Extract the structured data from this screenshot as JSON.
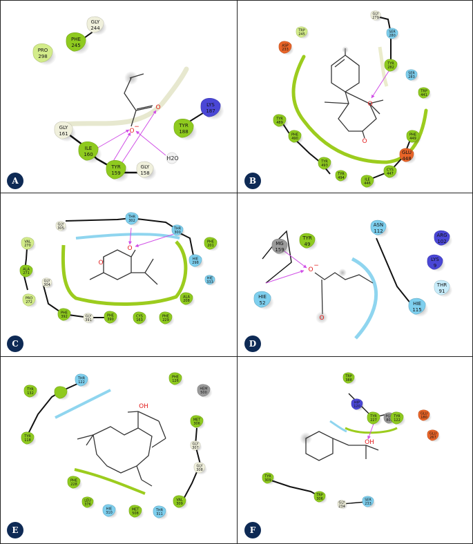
{
  "colors": {
    "hydrophobic": "#8fca1f",
    "hydrophobic_light": "#d3ec8a",
    "polar": "#7ecfee",
    "polar_light": "#c7ecfa",
    "glycine": "#f0f0dc",
    "positive": "#4a47d6",
    "negative": "#e86428",
    "metal": "#9a9a9a",
    "hbond": "#d04ee6",
    "badge": "#0e2a55"
  },
  "panels": [
    {
      "id": "A",
      "badge": "A",
      "residues": [
        {
          "name": "GLY",
          "num": "244",
          "kind": "glycine"
        },
        {
          "name": "PHE",
          "num": "245",
          "kind": "hydrophobic"
        },
        {
          "name": "PRO",
          "num": "298",
          "kind": "hydrophobic_light"
        },
        {
          "name": "LYS",
          "num": "187",
          "kind": "positive"
        },
        {
          "name": "TYR",
          "num": "188",
          "kind": "hydrophobic"
        },
        {
          "name": "GLY",
          "num": "161",
          "kind": "glycine"
        },
        {
          "name": "ILE",
          "num": "160",
          "kind": "hydrophobic"
        },
        {
          "name": "TYR",
          "num": "159",
          "kind": "hydrophobic"
        },
        {
          "name": "GLY",
          "num": "158",
          "kind": "glycine"
        }
      ],
      "atoms": [
        "O",
        "O",
        "−",
        "H2O"
      ]
    },
    {
      "id": "B",
      "badge": "B",
      "residues": [
        {
          "name": "GLY",
          "num": "279",
          "kind": "glycine"
        },
        {
          "name": "SER",
          "num": "280",
          "kind": "polar"
        },
        {
          "name": "TRP",
          "num": "245",
          "kind": "hydrophobic_light"
        },
        {
          "name": "ASP",
          "num": "233",
          "kind": "negative"
        },
        {
          "name": "TYR",
          "num": "282",
          "kind": "hydrophobic"
        },
        {
          "name": "SER",
          "num": "283",
          "kind": "polar"
        },
        {
          "name": "TRP",
          "num": "441",
          "kind": "hydrophobic"
        },
        {
          "name": "TYR",
          "num": "489",
          "kind": "hydrophobic"
        },
        {
          "name": "PHE",
          "num": "490",
          "kind": "hydrophobic"
        },
        {
          "name": "PHE",
          "num": "449",
          "kind": "hydrophobic"
        },
        {
          "name": "GLU",
          "num": "448",
          "kind": "negative"
        },
        {
          "name": "TYR",
          "num": "493",
          "kind": "hydrophobic"
        },
        {
          "name": "CYS",
          "num": "447",
          "kind": "hydrophobic"
        },
        {
          "name": "TYR",
          "num": "494",
          "kind": "hydrophobic"
        },
        {
          "name": "ILE",
          "num": "446",
          "kind": "hydrophobic"
        }
      ],
      "atoms": [
        "O",
        "O"
      ]
    },
    {
      "id": "C",
      "badge": "C",
      "residues": [
        {
          "name": "THR",
          "num": "302",
          "kind": "polar"
        },
        {
          "name": "GLY",
          "num": "305",
          "kind": "glycine"
        },
        {
          "name": "THR",
          "num": "300",
          "kind": "polar"
        },
        {
          "name": "VAL",
          "num": "270",
          "kind": "hydrophobic_light"
        },
        {
          "name": "PHE",
          "num": "201",
          "kind": "hydrophobic"
        },
        {
          "name": "HIE",
          "num": "298",
          "kind": "polar"
        },
        {
          "name": "ALA",
          "num": "271",
          "kind": "hydrophobic"
        },
        {
          "name": "HIE",
          "num": "333",
          "kind": "polar"
        },
        {
          "name": "GLY",
          "num": "304",
          "kind": "glycine"
        },
        {
          "name": "PRO",
          "num": "272",
          "kind": "hydrophobic_light"
        },
        {
          "name": "ALA",
          "num": "208",
          "kind": "hydrophobic"
        },
        {
          "name": "PHE",
          "num": "392",
          "kind": "hydrophobic"
        },
        {
          "name": "GLY",
          "num": "391",
          "kind": "glycine"
        },
        {
          "name": "PHE",
          "num": "390",
          "kind": "hydrophobic"
        },
        {
          "name": "CYS",
          "num": "163",
          "kind": "hydrophobic"
        },
        {
          "name": "PHE",
          "num": "229",
          "kind": "hydrophobic"
        }
      ],
      "atoms": [
        "O",
        "O"
      ]
    },
    {
      "id": "D",
      "badge": "D",
      "residues": [
        {
          "name": "MG",
          "num": "159",
          "kind": "metal"
        },
        {
          "name": "TYR",
          "num": "49",
          "kind": "hydrophobic"
        },
        {
          "name": "ASN",
          "num": "112",
          "kind": "polar"
        },
        {
          "name": "ARG",
          "num": "102",
          "kind": "positive"
        },
        {
          "name": "LYS",
          "num": "9",
          "kind": "positive"
        },
        {
          "name": "THR",
          "num": "91",
          "kind": "polar_light"
        },
        {
          "name": "HIE",
          "num": "52",
          "kind": "polar"
        },
        {
          "name": "HIE",
          "num": "115",
          "kind": "polar"
        }
      ],
      "atoms": [
        "O",
        "−",
        "O"
      ]
    },
    {
      "id": "E",
      "badge": "E",
      "residues": [
        {
          "name": "TYR",
          "num": "132",
          "kind": "hydrophobic"
        },
        {
          "name": "THR",
          "num": "122",
          "kind": "polar"
        },
        {
          "name": "",
          "num": "",
          "kind": "hydrophobic"
        },
        {
          "name": "PHE",
          "num": "126",
          "kind": "hydrophobic"
        },
        {
          "name": "HEM",
          "num": "500",
          "kind": "metal"
        },
        {
          "name": "TYR",
          "num": "118",
          "kind": "hydrophobic"
        },
        {
          "name": "MET",
          "num": "306",
          "kind": "hydrophobic"
        },
        {
          "name": "GLY",
          "num": "307",
          "kind": "glycine"
        },
        {
          "name": "GLY",
          "num": "308",
          "kind": "glycine"
        },
        {
          "name": "PHE",
          "num": "228",
          "kind": "hydrophobic"
        },
        {
          "name": "LEU",
          "num": "376",
          "kind": "hydrophobic"
        },
        {
          "name": "HIE",
          "num": "310",
          "kind": "polar"
        },
        {
          "name": "MET",
          "num": "508",
          "kind": "hydrophobic"
        },
        {
          "name": "VAL",
          "num": "309",
          "kind": "hydrophobic"
        },
        {
          "name": "THR",
          "num": "311",
          "kind": "polar"
        }
      ],
      "atoms": [
        "OH"
      ]
    },
    {
      "id": "F",
      "badge": "F",
      "residues": [
        {
          "name": "TRP",
          "num": "388",
          "kind": "hydrophobic"
        },
        {
          "name": "HIP",
          "num": "120",
          "kind": "positive"
        },
        {
          "name": "PGM",
          "num": "802",
          "kind": "metal"
        },
        {
          "name": "TYR",
          "num": "227",
          "kind": "hydrophobic"
        },
        {
          "name": "TYR",
          "num": "122",
          "kind": "hydrophobic"
        },
        {
          "name": "GLU",
          "num": "180",
          "kind": "negative"
        },
        {
          "name": "GLU",
          "num": "267",
          "kind": "negative"
        },
        {
          "name": "TYR",
          "num": "309",
          "kind": "hydrophobic"
        },
        {
          "name": "TRP",
          "num": "306",
          "kind": "hydrophobic"
        },
        {
          "name": "GLY",
          "num": "234",
          "kind": "glycine"
        },
        {
          "name": "SER",
          "num": "233",
          "kind": "polar"
        }
      ],
      "atoms": [
        "OH"
      ]
    }
  ]
}
